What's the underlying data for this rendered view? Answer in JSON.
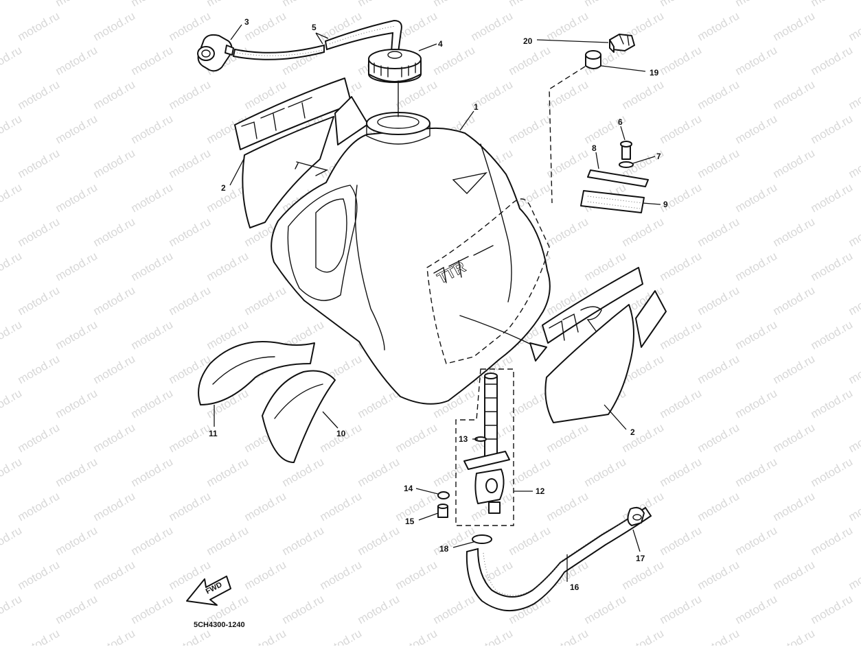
{
  "watermark": "motod.ru",
  "drawing_code": "5CH4300-1240",
  "fwd_label": "FWD",
  "tank_logo": "TTR",
  "callouts": {
    "c1": "1",
    "c2a": "2",
    "c2b": "2",
    "c3": "3",
    "c4": "4",
    "c5": "5",
    "c6": "6",
    "c7": "7",
    "c8": "8",
    "c9": "9",
    "c10": "10",
    "c11": "11",
    "c12": "12",
    "c13": "13",
    "c14": "14",
    "c15": "15",
    "c16": "16",
    "c17": "17",
    "c18": "18",
    "c19": "19",
    "c20": "20"
  }
}
